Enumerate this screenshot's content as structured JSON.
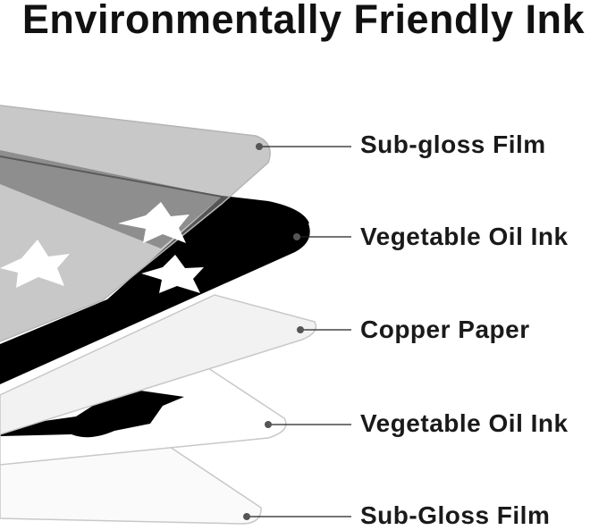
{
  "title": "Environmentally Friendly Ink",
  "layers": [
    {
      "label": "Sub-gloss Film"
    },
    {
      "label": "Vegetable Oil Ink"
    },
    {
      "label": "Copper Paper"
    },
    {
      "label": "Vegetable Oil Ink"
    },
    {
      "label": "Sub-Gloss Film"
    }
  ],
  "colors": {
    "ink": "#000000",
    "film": "#d6d6d6",
    "paper": "#eeeeee",
    "leader": "#222222"
  }
}
